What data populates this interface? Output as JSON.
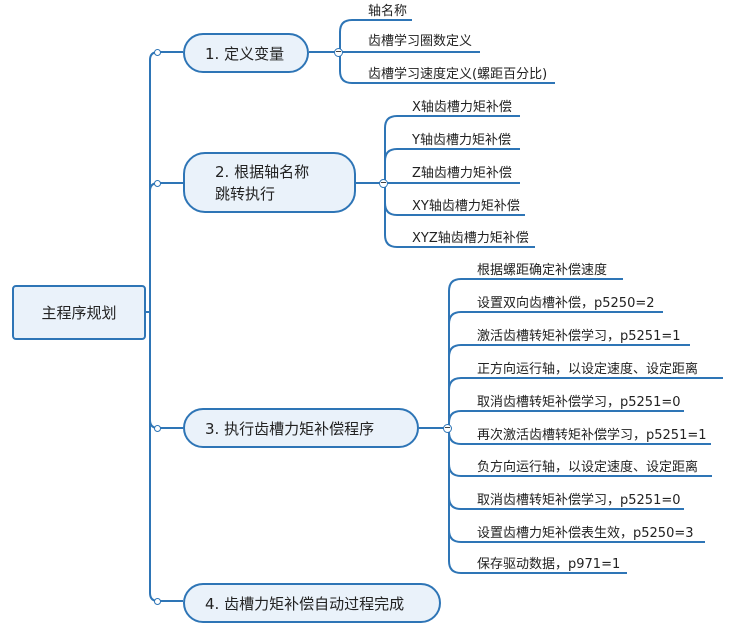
{
  "root": {
    "label": "主程序规划"
  },
  "colors": {
    "line": "#2e75b6",
    "fill": "#eaf2fa"
  },
  "branches": [
    {
      "label": "1. 定义变量",
      "children": [
        "轴名称",
        "齿槽学习圈数定义",
        "齿槽学习速度定义(螺距百分比)"
      ]
    },
    {
      "label_line1": "2. 根据轴名称",
      "label_line2": "跳转执行",
      "children": [
        "X轴齿槽力矩补偿",
        "Y轴齿槽力矩补偿",
        "Z轴齿槽力矩补偿",
        "XY轴齿槽力矩补偿",
        "XYZ轴齿槽力矩补偿"
      ]
    },
    {
      "label": "3. 执行齿槽力矩补偿程序",
      "children": [
        "根据螺距确定补偿速度",
        "设置双向齿槽补偿，p5250=2",
        "激活齿槽转矩补偿学习，p5251=1",
        "正方向运行轴，以设定速度、设定距离",
        "取消齿槽转矩补偿学习，p5251=0",
        "再次激活齿槽转矩补偿学习，p5251=1",
        "负方向运行轴，以设定速度、设定距离",
        "取消齿槽转矩补偿学习，p5251=0",
        "设置齿槽力矩补偿表生效，p5250=3",
        "保存驱动数据，p971=1"
      ]
    },
    {
      "label": "4. 齿槽力矩补偿自动过程完成"
    }
  ]
}
